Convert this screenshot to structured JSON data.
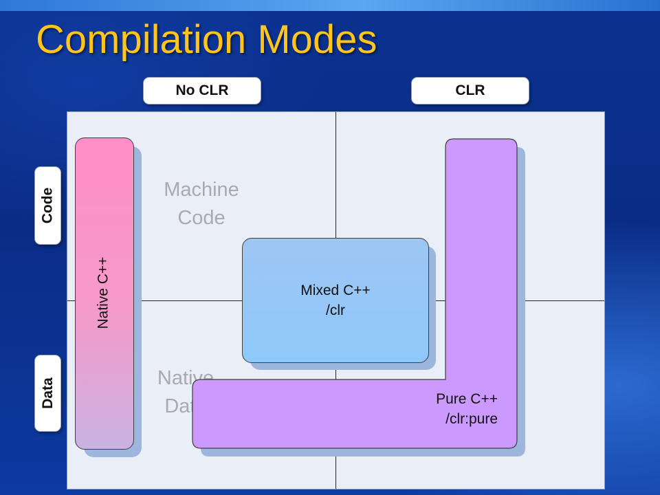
{
  "slide": {
    "title": "Compilation Modes"
  },
  "axes": {
    "columns": [
      "No CLR",
      "CLR"
    ],
    "rows": [
      "Code",
      "Data"
    ]
  },
  "quadrants": {
    "top_left": "Machine\nCode",
    "bottom_left": "Native\nData"
  },
  "modes": {
    "native": "Native C++",
    "mixed": "Mixed C++\n/clr",
    "pure": "Pure C++\n/clr:pure"
  },
  "colors": {
    "title": "#ffc41e",
    "native_fill": "#ff8fc8",
    "mixed_fill": "#8ec8fb",
    "pure_fill": "#cc99ff",
    "panel": "#eaeef6"
  }
}
